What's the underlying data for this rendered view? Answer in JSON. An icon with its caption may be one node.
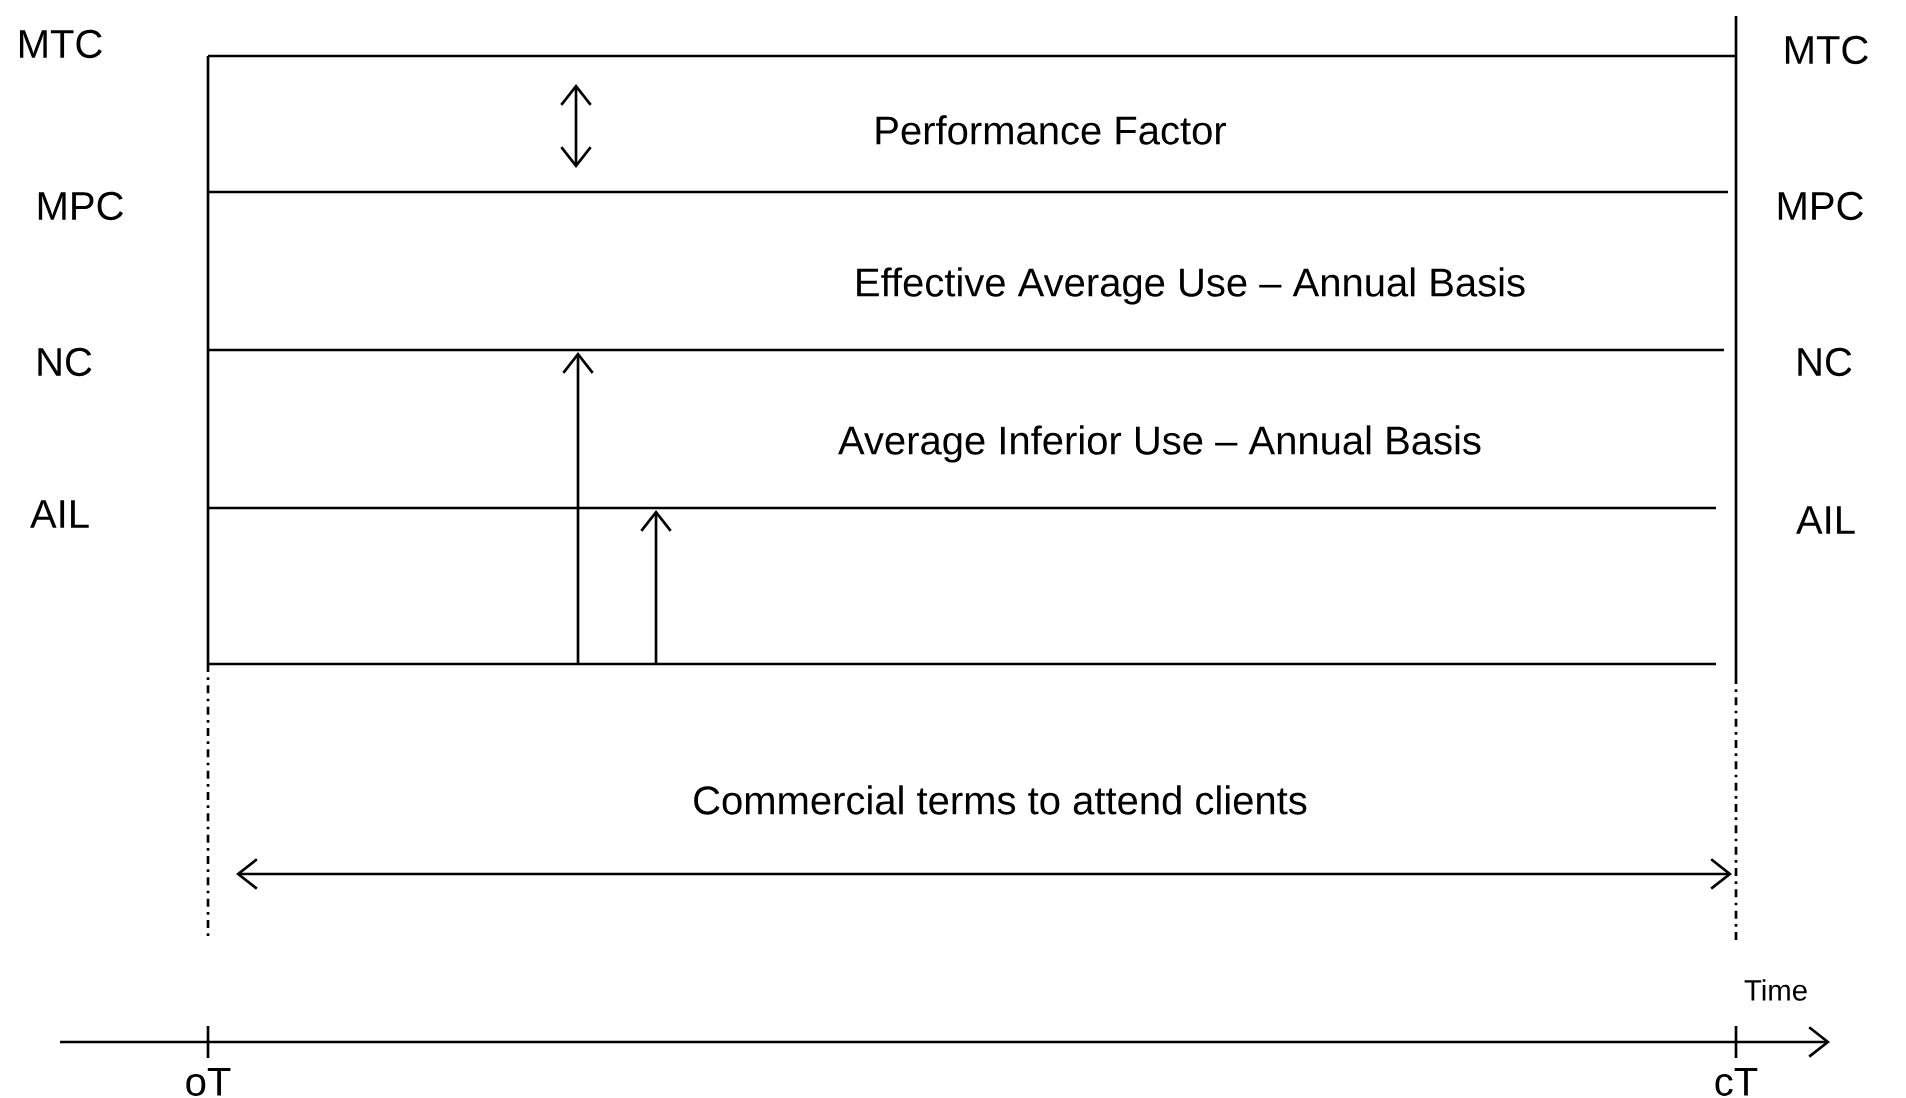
{
  "diagram": {
    "labels": [
      "MTC",
      "MTC",
      "Performance Factor",
      "MPC",
      "MPC",
      "Effective Average Use – Annual Basis",
      "NC",
      "NC",
      "Average Inferior Use – Annual Basis",
      "AIL",
      "AIL",
      "Commercial terms to attend clients",
      "Time",
      "oT",
      "cT"
    ]
  }
}
